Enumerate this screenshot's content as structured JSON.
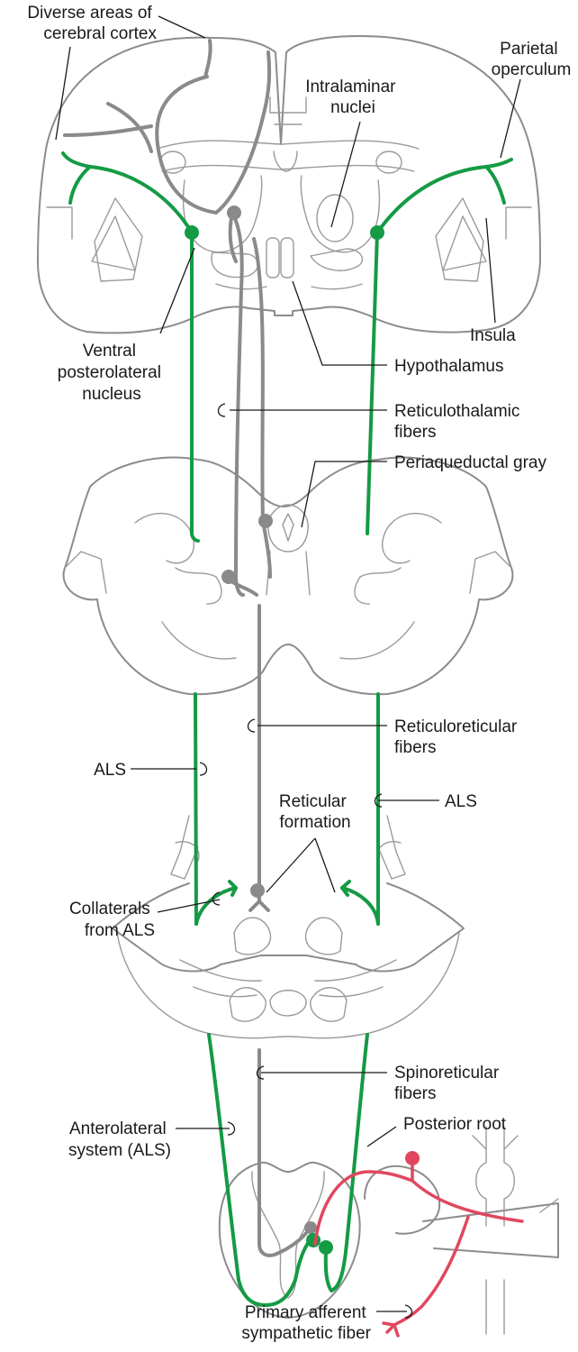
{
  "colors": {
    "outline": "#8c8c8c",
    "gray_fiber": "#8a8a8a",
    "green_fiber": "#159a45",
    "red_fiber": "#e0475e",
    "label_text": "#1a1a1a"
  },
  "labels": {
    "diverse_cortex": [
      "Diverse areas of",
      "cerebral cortex"
    ],
    "parietal_operculum": [
      "Parietal",
      "operculum"
    ],
    "intralaminar_nuclei": [
      "Intralaminar",
      "nuclei"
    ],
    "insula": [
      "Insula"
    ],
    "vpl_nucleus": [
      "Ventral",
      "posterolateral",
      "nucleus"
    ],
    "hypothalamus": [
      "Hypothalamus"
    ],
    "reticulothalamic": [
      "Reticulothalamic",
      "fibers"
    ],
    "periaqueductal_gray": [
      "Periaqueductal gray"
    ],
    "reticuloreticular": [
      "Reticuloreticular",
      "fibers"
    ],
    "als_left": [
      "ALS"
    ],
    "als_right": [
      "ALS"
    ],
    "reticular_formation": [
      "Reticular",
      "formation"
    ],
    "collaterals": [
      "Collaterals",
      "from ALS"
    ],
    "spinoreticular": [
      "Spinoreticular",
      "fibers"
    ],
    "anterolateral_system": [
      "Anterolateral",
      "system (ALS)"
    ],
    "posterior_root": [
      "Posterior root"
    ],
    "primary_afferent": [
      "Primary afferent",
      "sympathetic fiber"
    ]
  }
}
